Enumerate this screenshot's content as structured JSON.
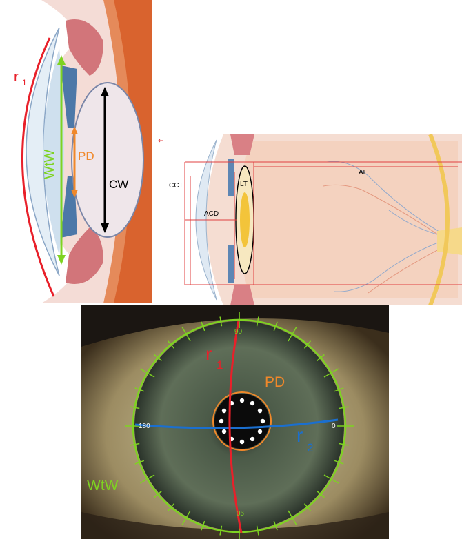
{
  "panel_a": {
    "labels": {
      "r1": "r",
      "r1_sub": "1",
      "wtw": "WtW",
      "pd": "PD",
      "cw": "CW"
    },
    "colors": {
      "r1": "#e8202a",
      "wtw": "#7ed321",
      "pd": "#f0882a",
      "cw": "#000000"
    }
  },
  "panel_b": {
    "labels": {
      "cct": "CCT",
      "lt": "LT",
      "acd": "ACD",
      "al": "AL"
    },
    "colors": {
      "guide": "#e04040"
    }
  },
  "panel_c": {
    "labels": {
      "r1": "r",
      "r1_sub": "1",
      "pd": "PD",
      "r2": "r",
      "r2_sub": "2",
      "wtw": "WtW"
    },
    "axis_labels": {
      "top": "90",
      "bottom": "90",
      "left": "180",
      "right": "0"
    },
    "colors": {
      "r1": "#e8202a",
      "r2": "#1a6fd0",
      "pd": "#f0882a",
      "wtw": "#7ed321",
      "dots": "#ffffff"
    }
  }
}
